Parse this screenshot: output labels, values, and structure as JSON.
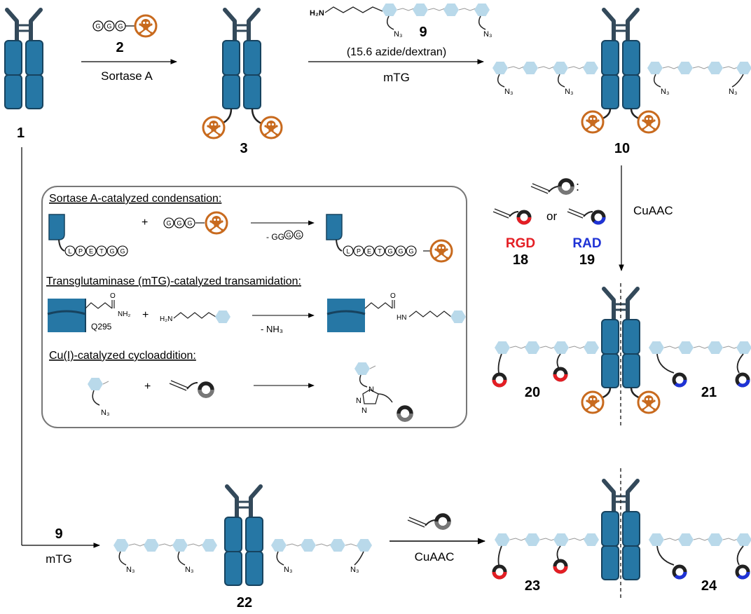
{
  "colors": {
    "antibody": "#2677a5",
    "antibody_stroke": "#17435f",
    "hinge": "#33495a",
    "payload": "#c86a1e",
    "dextran": "#b9d9ea",
    "rgd": "#e41e24",
    "rad": "#1f33d6",
    "alkyne_tag": "#666666"
  },
  "compounds": {
    "c1": "1",
    "c2": "2",
    "c3": "3",
    "c9": "9",
    "c9b": "9",
    "c10": "10",
    "c18": "18",
    "c19": "19",
    "c20": "20",
    "c21": "21",
    "c22": "22",
    "c23": "23",
    "c24": "24"
  },
  "labels": {
    "sortase_a": "Sortase A",
    "azide_ratio": "(15.6 azide/dextran)",
    "mtg": "mTG",
    "mtg2": "mTG",
    "cuaac": "CuAAC",
    "cuaac2": "CuAAC",
    "rgd": "RGD",
    "rad": "RAD",
    "or": "or",
    "colon": ":",
    "h2n": "H₂N",
    "n3": "N₃"
  },
  "box": {
    "title1": "Sortase A-catalyzed condensation:",
    "title2": "Transglutaminase (mTG)-catalyzed transamidation:",
    "title3": "Cu(I)-catalyzed cycloaddition:",
    "plus": "+",
    "minus_gg": "- GG",
    "minus_nh3": "- NH₃",
    "q295": "Q295",
    "nh2": "NH₂",
    "h2n": "H₂N",
    "hn": "HN",
    "o": "O",
    "n": "N",
    "n3": "N₃",
    "seq_left": [
      "L",
      "P",
      "E",
      "T",
      "G",
      "G"
    ],
    "seq_right": [
      "L",
      "P",
      "E",
      "T",
      "G",
      "G",
      "G"
    ],
    "ggg": [
      "G",
      "G",
      "G"
    ],
    "gg": [
      "G",
      "G"
    ]
  },
  "reagent2_seq": [
    "G",
    "G",
    "G"
  ]
}
